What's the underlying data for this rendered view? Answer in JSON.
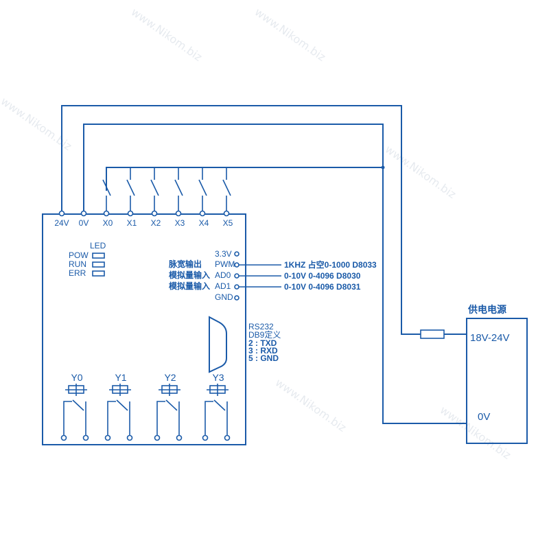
{
  "controller": {
    "top_terminals": [
      "24V",
      "0V",
      "X0",
      "X1",
      "X2",
      "X3",
      "X4",
      "X5"
    ],
    "led": {
      "title": "LED",
      "items": [
        "POW",
        "RUN",
        "ERR"
      ]
    },
    "signals": [
      {
        "pin": "3.3V",
        "label": "",
        "desc": ""
      },
      {
        "pin": "PWM",
        "label": "脉宽输出",
        "desc": "1KHZ 占空0-1000 D8033"
      },
      {
        "pin": "AD0",
        "label": "模拟量输入",
        "desc": "0-10V 0-4096 D8030"
      },
      {
        "pin": "AD1",
        "label": "模拟量输入",
        "desc": "0-10V 0-4096 D8031"
      },
      {
        "pin": "GND",
        "label": "",
        "desc": ""
      }
    ],
    "rs232": {
      "lines": [
        "RS232",
        "DB9定义",
        "2 : TXD",
        "3 : RXD",
        "5 : GND"
      ]
    },
    "outputs": [
      "Y0",
      "Y1",
      "Y2",
      "Y3"
    ]
  },
  "power_supply": {
    "title": "供电电源",
    "v_plus": "18V-24V",
    "v_zero": "0V"
  },
  "watermark": "www.Nikom.biz"
}
